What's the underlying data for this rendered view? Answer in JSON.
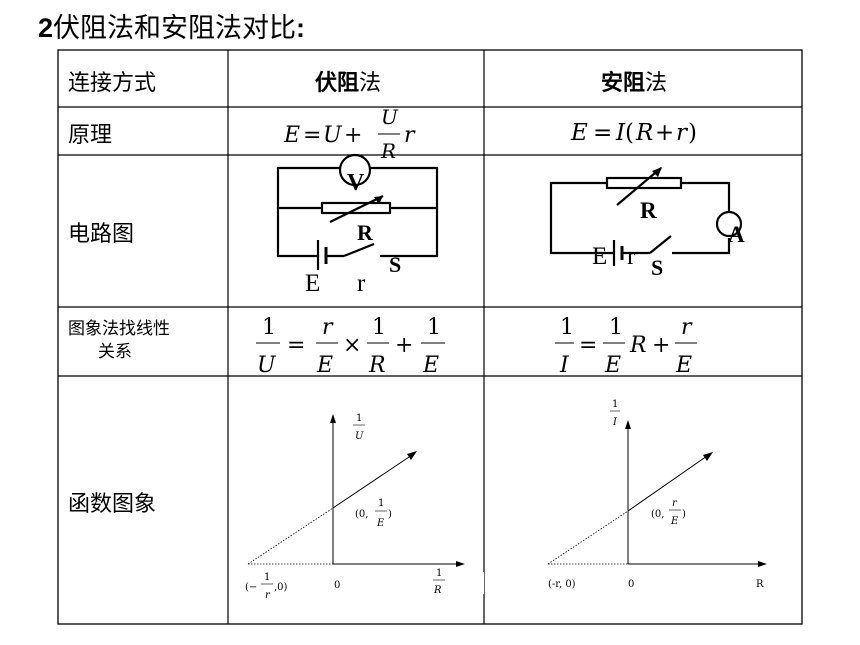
{
  "title": {
    "num": "2",
    "text": "伏阻法和安阻法对比",
    "colon": ":"
  },
  "table": {
    "headers": {
      "col1": "连接方式",
      "col2_bold": "伏阻",
      "col2_rest": "法",
      "col3_bold": "安阻",
      "col3_rest": "法"
    },
    "rows": {
      "principle": {
        "label": "原理",
        "formula1": "E = U + (U/R) r",
        "formula2": "E = I(R + r)"
      },
      "circuit": {
        "label": "电路图"
      },
      "linear": {
        "label_line1": "图象法找线性",
        "label_line2": "关系"
      },
      "func": {
        "label": "函数图象"
      }
    }
  },
  "circuit1": {
    "V": "V",
    "R": "R",
    "E": "E",
    "r": "r",
    "S": "S"
  },
  "circuit2": {
    "R": "R",
    "A": "A",
    "E": "E",
    "r": "r",
    "S": "S"
  },
  "graph1": {
    "y_num": "1",
    "y_den": "U",
    "point_pre": "(0,",
    "point_num": "1",
    "point_den": "E",
    "point_post": ")",
    "xint_pre": "(−",
    "xint_num": "1",
    "xint_den": "r",
    "xint_post": ",0)",
    "origin": "0",
    "x_num": "1",
    "x_den": "R"
  },
  "graph2": {
    "y_num": "1",
    "y_den": "I",
    "point_pre": "(0,",
    "point_num": "r",
    "point_den": "E",
    "point_post": ")",
    "xint": "(-r, 0)",
    "origin": "0",
    "x": "R"
  }
}
